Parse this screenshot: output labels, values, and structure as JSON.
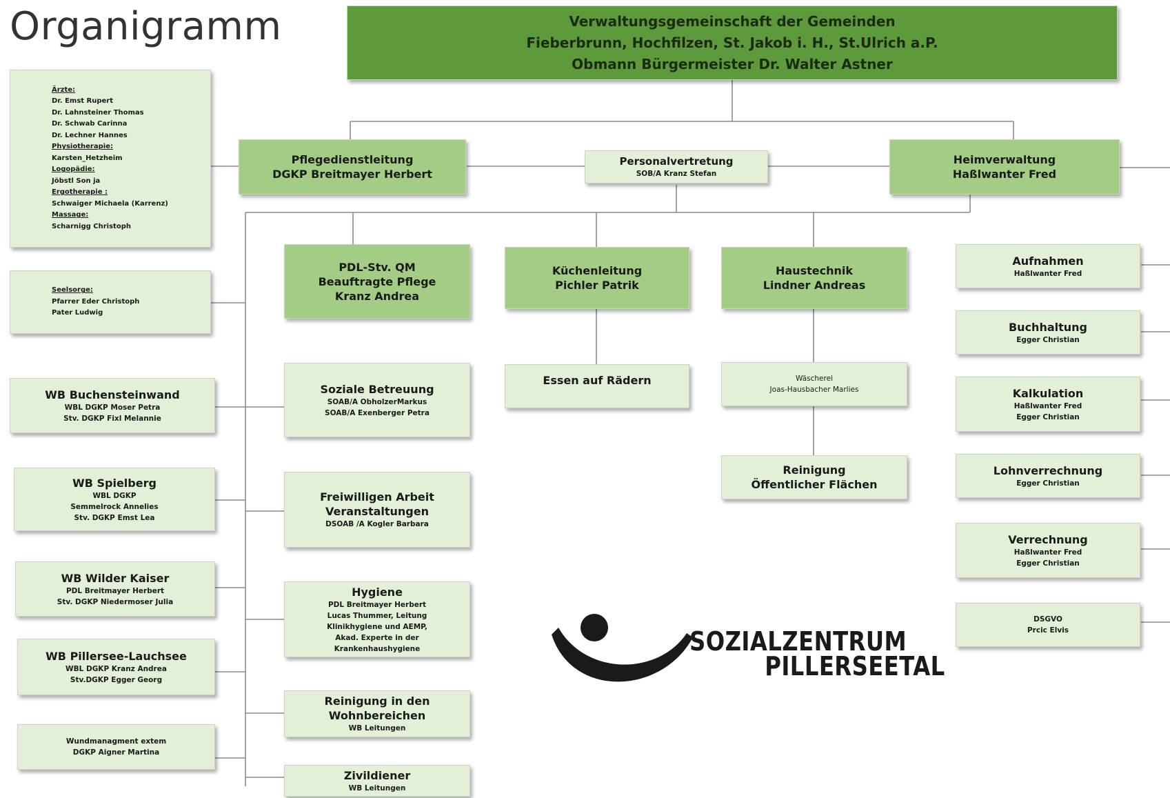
{
  "title": "Organigramm",
  "logo": {
    "line1": "SOZIALZENTRUM",
    "line2": "PILLERSEETAL"
  },
  "colors": {
    "dark_green": "#5c9a3c",
    "medium_green": "#a3cc84",
    "light_green": "#e3efd6",
    "connector": "#8a8a8a"
  },
  "top": {
    "line1": "Verwaltungsgemeinschaft der Gemeinden",
    "line2": "Fieberbrunn, Hochfilzen, St. Jakob i. H., St.Ulrich a.P.",
    "line3": "Obmann Bürgermeister Dr. Walter Astner"
  },
  "pdl": {
    "title": "Pflegedienstleitung\nDGKP Breitmayer Herbert"
  },
  "personal": {
    "title": "Personalvertretung",
    "sub": "SOB/A Kranz Stefan"
  },
  "heim": {
    "title": "Heimverwaltung\nHaßlwanter Fred"
  },
  "left": {
    "therapy": {
      "groups": [
        {
          "head": "Ärzte:",
          "items": [
            "Dr. Emst Rupert",
            "Dr. Lahnsteiner Thomas",
            "Dr. Schwab Carinna",
            "Dr. Lechner Hannes"
          ]
        },
        {
          "head": "Physiotherapie:",
          "items": [
            "Karsten_Hetzheim"
          ]
        },
        {
          "head": "Logopädie:",
          "items": [
            "Jöbstl Son ja"
          ]
        },
        {
          "head": "Ergotherapie :",
          "items": [
            "Schwaiger Michaela (Karrenz)"
          ]
        },
        {
          "head": "Massage:",
          "items": [
            "Scharnigg Christoph"
          ]
        }
      ]
    },
    "seelsorge": {
      "head": "Seelsorge:",
      "items": [
        "Pfarrer Eder Christoph",
        "Pater Ludwig"
      ]
    },
    "wb_buchen": {
      "title": "WB Buchensteinwand",
      "sub": "WBL DGKP Moser Petra\nStv. DGKP Fixl Melannie"
    },
    "wb_spiel": {
      "title": "WB Spielberg",
      "sub": "WBL DGKP\nSemmelrock Annelies\nStv. DGKP Emst Lea"
    },
    "wb_wilder": {
      "title": "WB Wilder Kaiser",
      "sub": "PDL Breitmayer Herbert\nStv. DGKP Niedermoser Julia"
    },
    "wb_piller": {
      "title": "WB Pillersee-Lauchsee",
      "sub": "WBL DGKP Kranz Andrea\nStv.DGKP  Egger Georg"
    },
    "wund": {
      "sub": "Wundmanagment extem\nDGKP Aigner Martina"
    }
  },
  "center": {
    "qm": {
      "title": "PDL-Stv. QM\nBeauftragte Pflege\nKranz Andrea"
    },
    "soziale": {
      "title": "Soziale Betreuung",
      "sub": "SOAB/A ObholzerMarkus\nSOAB/A Exenberger Petra"
    },
    "frei": {
      "title": "Freiwilligen Arbeit\nVeranstaltungen",
      "sub": "DSOAB /A Kogler Barbara"
    },
    "hygiene": {
      "title": "Hygiene",
      "sub": "PDL Breitmayer Herbert\nLucas Thummer, Leitung\nKlinikhygiene und AEMP,\nAkad. Experte in der\nKrankenhaushygiene"
    },
    "reinigung_wb": {
      "title": "Reinigung in den\nWohnbereichen",
      "sub": "WB Leitungen"
    },
    "zivil": {
      "title": "Zivildiener",
      "sub": "WB Leitungen"
    },
    "kueche": {
      "title": "Küchenleitung\nPichler Patrik"
    },
    "essen": {
      "title": "Essen auf Rädern"
    },
    "haustechnik": {
      "title": "Haustechnik\nLindner Andreas"
    },
    "waesche": {
      "title": "Wäscherei",
      "sub": "Joas-Hausbacher Marlies"
    },
    "reinigung_oeff": {
      "title": "Reinigung\nÖffentlicher Flächen"
    }
  },
  "right": {
    "aufnahmen": {
      "title": "Aufnahmen",
      "sub": "Haßlwanter Fred"
    },
    "buchhaltung": {
      "title": "Buchhaltung",
      "sub": "Egger Christian"
    },
    "kalkulation": {
      "title": "Kalkulation",
      "sub": "Haßlwanter Fred\nEgger Christian"
    },
    "lohn": {
      "title": "Lohnverrechnung",
      "sub": "Egger Christian"
    },
    "verrechnung": {
      "title": "Verrechnung",
      "sub": "Haßlwanter Fred\nEgger Christian"
    },
    "dsgvo": {
      "title": "DSGVO",
      "sub": "Prcic Elvis"
    }
  }
}
